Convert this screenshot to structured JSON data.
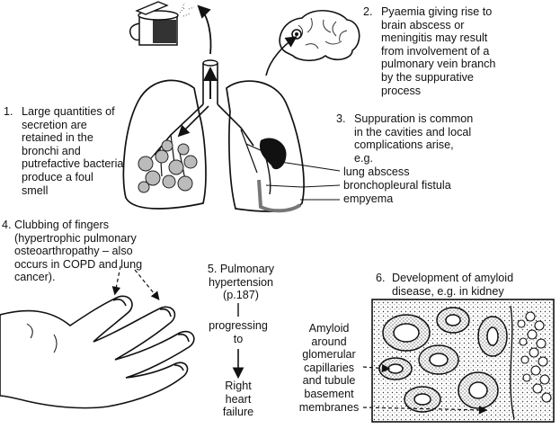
{
  "annotations": {
    "n1": {
      "number": "1.",
      "lines": [
        "Large quantities of",
        "secretion are",
        "retained in the",
        "bronchi and",
        "putrefactive bacteria",
        "produce a foul",
        "smell"
      ]
    },
    "n2": {
      "number": "2.",
      "lines": [
        "Pyaemia giving rise to",
        "brain abscess or",
        "meningitis may result",
        "from involvement of a",
        "pulmonary vein branch",
        "by the suppurative",
        "process"
      ]
    },
    "n3": {
      "number": "3.",
      "lines": [
        "Suppuration is common",
        "in the cavities and local",
        "complications arise,",
        "e.g."
      ]
    },
    "complications": [
      "lung abscess",
      "bronchopleural fistula",
      "empyema"
    ],
    "n4": {
      "number": "4.",
      "lines": [
        "Clubbing of fingers",
        "(hypertrophic pulmonary",
        "osteoarthropathy – also",
        "occurs in COPD and lung",
        "cancer)."
      ]
    },
    "n5": {
      "number": "5.",
      "lines": [
        "Pulmonary",
        "hypertension",
        "(p.187)"
      ],
      "progress": [
        "progressing",
        "to"
      ],
      "result": [
        "Right",
        "heart",
        "failure"
      ]
    },
    "n6": {
      "number": "6.",
      "lines": [
        "Development of amyloid",
        "disease, e.g. in kidney"
      ]
    },
    "amyloid": [
      "Amyloid",
      "around",
      "glomerular",
      "capillaries",
      "and tubule",
      "basement",
      "membranes"
    ]
  }
}
